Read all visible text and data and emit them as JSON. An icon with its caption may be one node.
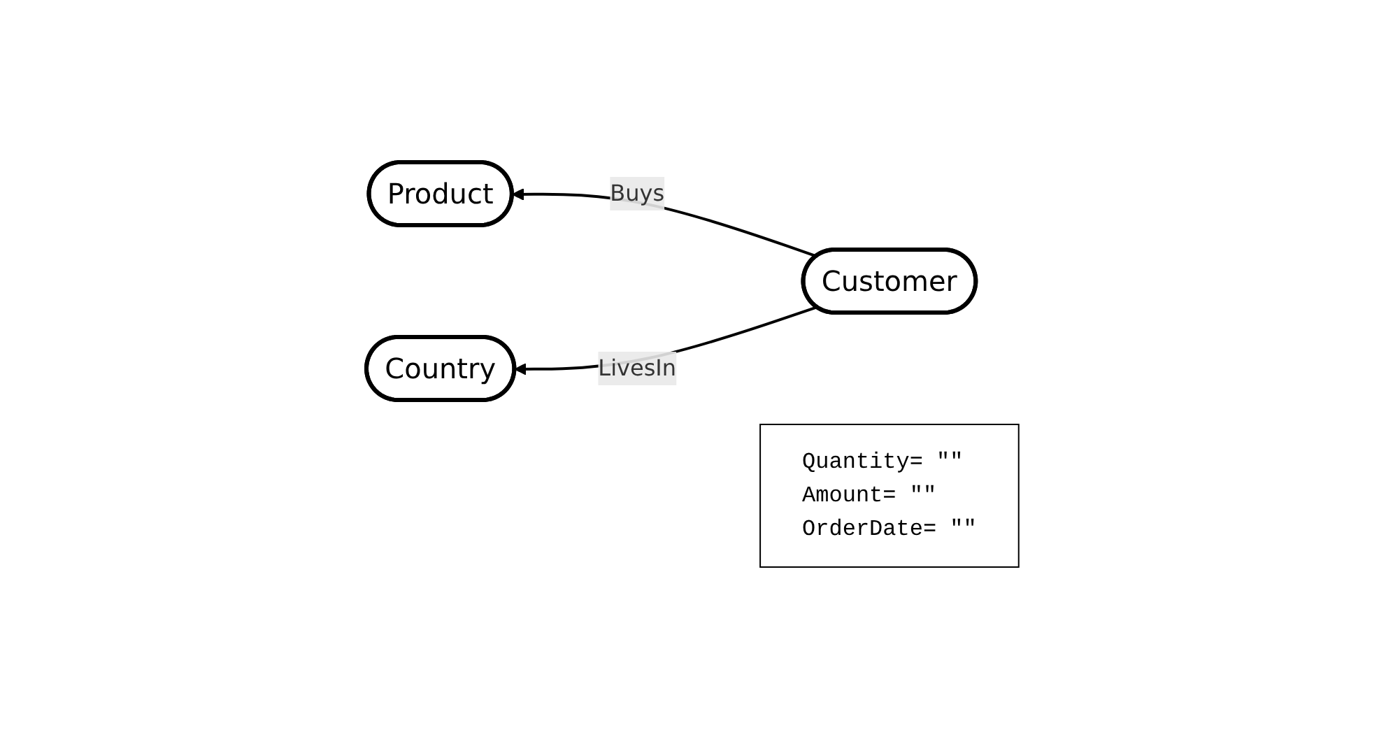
{
  "diagram": {
    "nodes": [
      {
        "text": [
          "Product"
        ]
      },
      {
        "text": [
          "Customer"
        ]
      },
      {
        "text": [
          "Quantity= \"\"",
          "Amount= \"\"",
          "OrderDate= \"\""
        ]
      },
      {
        "text": [
          "Country"
        ]
      }
    ],
    "edges": [
      {
        "from": 1,
        "to": 0,
        "arrow": "to",
        "label": "Buys"
      },
      {
        "from": 1,
        "to": 3,
        "arrow": "to",
        "label": "LivesIn"
      }
    ]
  }
}
